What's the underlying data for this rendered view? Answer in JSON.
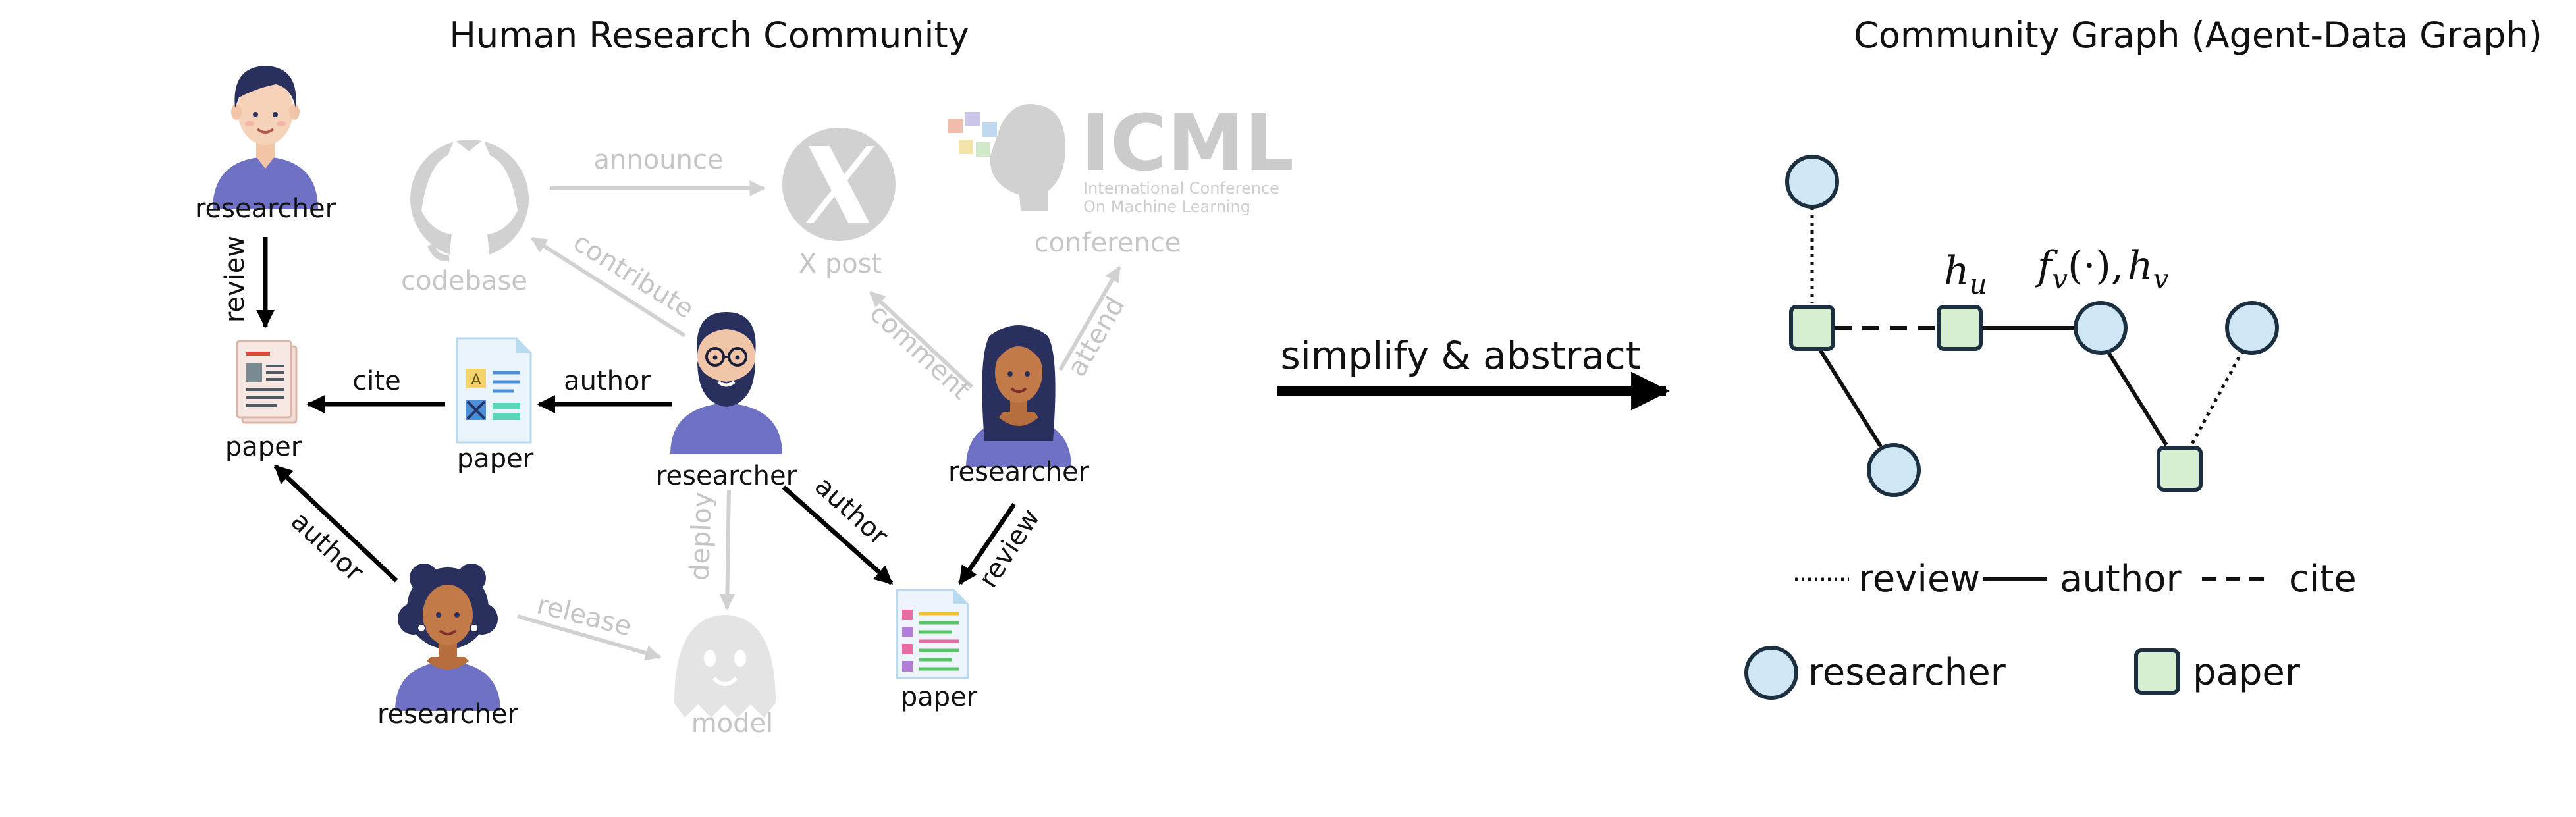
{
  "left_panel": {
    "title": "Human Research Community",
    "researcher_label": "researcher",
    "paper_label": "paper",
    "edges": {
      "review": "review",
      "cite": "cite",
      "author": "author"
    },
    "faded": {
      "announce": "announce",
      "contribute": "contribute",
      "comment": "comment",
      "attend": "attend",
      "deploy": "deploy",
      "release": "release",
      "codebase": "codebase",
      "x_post": "X post",
      "conference": "conference",
      "model": "model",
      "icml_logo": "ICML",
      "icml_subtitle_1": "International Conference",
      "icml_subtitle_2": "On Machine Learning"
    }
  },
  "middle": {
    "arrow_label": "simplify & abstract"
  },
  "right_panel": {
    "title": "Community Graph (Agent-Data Graph)",
    "node_labels": {
      "hu_var": "h",
      "hu_sub": "u",
      "fv_var": "f",
      "fv_sub": "v",
      "fv_args": "(·),",
      "hv_var": "h",
      "hv_sub": "v"
    },
    "legend": {
      "review": "review",
      "author": "author",
      "cite": "cite",
      "researcher": "researcher",
      "paper": "paper"
    }
  },
  "colors": {
    "researcher_node_fill": "#cfe6f5",
    "paper_node_fill": "#d8eed0",
    "node_stroke": "#1b2f40",
    "faded_gray": "#c8c8c8",
    "shirt_purple": "#6f72c4",
    "hair_navy": "#29305e"
  }
}
